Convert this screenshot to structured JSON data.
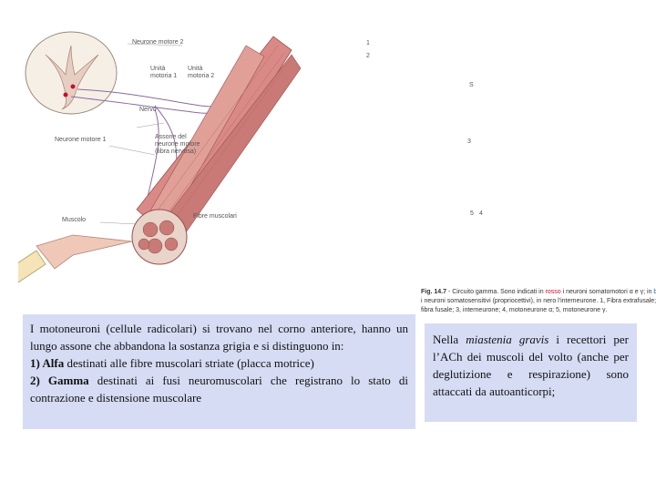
{
  "figure_left": {
    "labels": {
      "motor_neuron_2": "Neurone motore 2",
      "motor_unit_1": "Unità motoria 1",
      "motor_unit_2": "Unità motoria 2",
      "nerve": "Nervo",
      "motor_neuron_1": "Neurone motore 1",
      "axon": "Assone del neurone motore (fibra nervosa)",
      "muscle": "Muscolo",
      "muscle_fibers": "Fibre muscolari"
    }
  },
  "figure_right": {
    "labels": {
      "n1": "1",
      "n2": "2",
      "s": "S",
      "n3": "3",
      "n4": "4",
      "n5": "5"
    },
    "caption": {
      "fig_no": "Fig. 14.7",
      "text_part1": " - Circuito gamma. Sono indicati in ",
      "red_word": "rosso",
      "text_part2": " i neuroni somatomotori α e γ; in ",
      "blue_word": "blu",
      "text_part3": " i neuroni somatosensitivi (propriocettivi), in nero l'interneurone. 1, Fibra extrafusale; 2, fibra fusale; 3, interneurone; 4, motoneurone α; 5, motoneurone γ."
    }
  },
  "text_left": {
    "intro": "I motoneuroni (cellule radicolari) si trovano nel corno anteriore, hanno un lungo assone che abbandona la sostanza grigia e si distinguono in:",
    "item1_head": "1) Alfa",
    "item1_body": " destinati alle fibre muscolari striate (placca motrice)",
    "item2_head": "2) Gamma",
    "item2_body": " destinati ai fusi neuromuscolari che registrano lo stato di contrazione e distensione muscolare"
  },
  "text_right": {
    "lead": "Nella ",
    "emph": "miastenia gravis",
    "body": " i recettori per l’ACh dei muscoli del volto (anche per deglutizione e respirazione) sono attaccati da autoanticorpi;"
  },
  "colors": {
    "text_box_bg": "#d6dcf4",
    "motor_red": "#c8102e",
    "sensory_blue": "#1f64c0",
    "muscle_pink": "#d98a86",
    "spindle_teal": "#2f8fb0"
  }
}
